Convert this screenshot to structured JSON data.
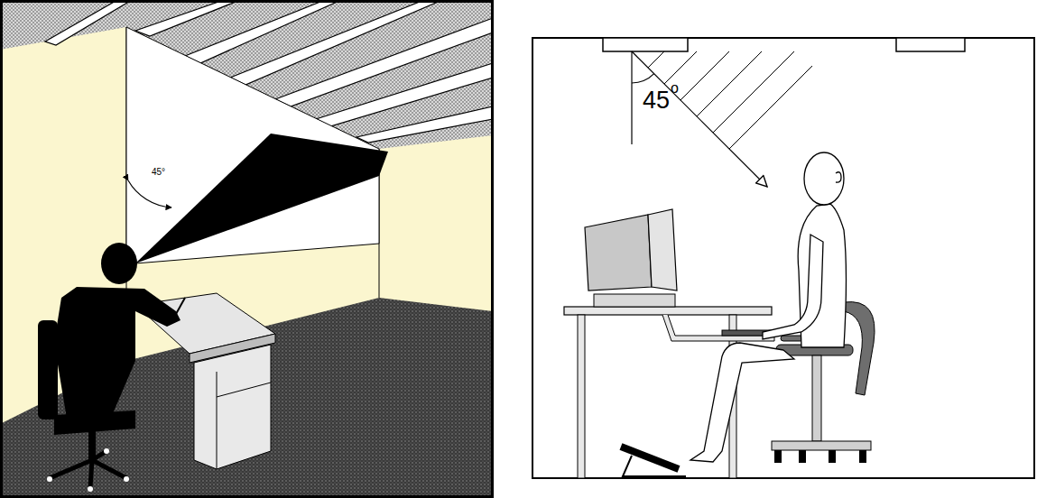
{
  "diagram": {
    "labels": [
      "45°",
      "45",
      "o"
    ]
  }
}
